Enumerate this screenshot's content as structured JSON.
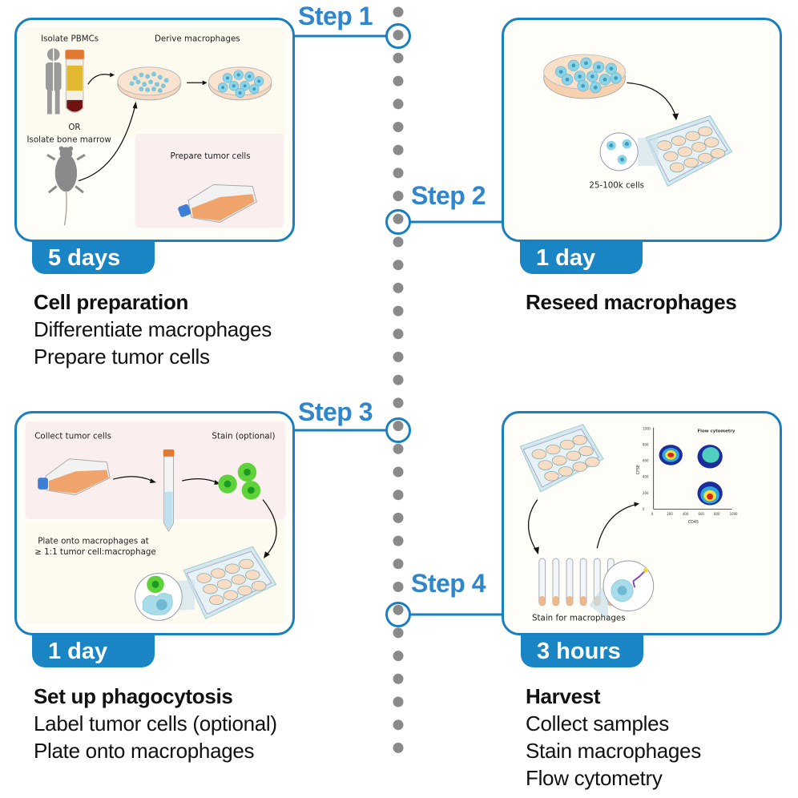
{
  "colors": {
    "accent": "#1a7fbf",
    "badge": "#1a85c4",
    "step_label": "#2f86cc",
    "timeline_dot": "#8a8a8a",
    "panel_bg": "#fefdf7",
    "pink_section": "#fbeeee"
  },
  "steps": [
    {
      "label": "Step 1",
      "duration": "5 days",
      "title": "Cell preparation",
      "lines": [
        "Differentiate macrophages",
        "Prepare tumor cells"
      ],
      "illustration": {
        "isolate_pbmcs": "Isolate PBMCs",
        "derive_macrophages": "Derive macrophages",
        "or": "OR",
        "isolate_bone_marrow": "Isolate bone marrow",
        "prepare_tumor_cells": "Prepare tumor cells"
      }
    },
    {
      "label": "Step 2",
      "duration": "1 day",
      "title": "Reseed macrophages",
      "lines": [],
      "illustration": {
        "cells_count": "25-100k cells"
      }
    },
    {
      "label": "Step 3",
      "duration": "1 day",
      "title": "Set up phagocytosis",
      "lines": [
        "Label tumor cells (optional)",
        "Plate onto macrophages"
      ],
      "illustration": {
        "collect_tumor_cells": "Collect tumor cells",
        "stain_optional": "Stain (optional)",
        "plate_line1": "Plate onto macrophages at",
        "plate_line2": "≥ 1:1 tumor cell:macrophage"
      }
    },
    {
      "label": "Step 4",
      "duration": "3 hours",
      "title": "Harvest",
      "lines": [
        "Collect samples",
        "Stain macrophages",
        "Flow cytometry"
      ],
      "illustration": {
        "stain_for_macrophages": "Stain for macrophages",
        "flow_title": "Flow cytometry",
        "x_axis_label": "CD45",
        "y_axis_label": "CFSE",
        "x_ticks": [
          "0",
          "200",
          "400",
          "600",
          "800",
          "1000"
        ],
        "y_ticks": [
          "0",
          "200",
          "400",
          "600",
          "800",
          "1000"
        ]
      }
    }
  ]
}
